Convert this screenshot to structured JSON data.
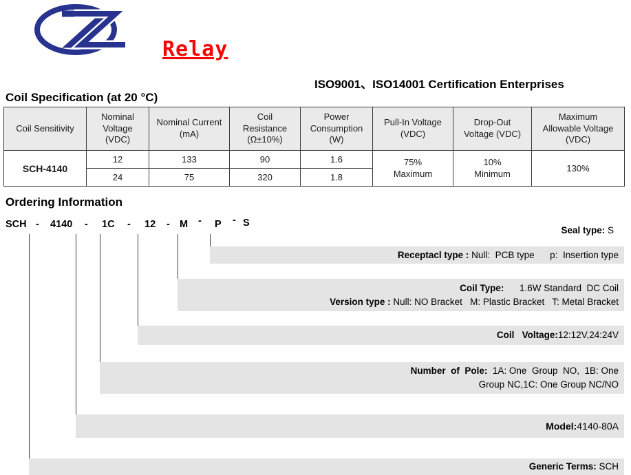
{
  "brand": {
    "product": "Relay",
    "logo_color": "#283390",
    "product_color": "#f40606"
  },
  "header": {
    "iso_line": "ISO9001、ISO14001 Certification Enterprises"
  },
  "coil_spec": {
    "title": "Coil Specification (at 20 °C)",
    "table": {
      "headers": [
        "Coil Sensitivity",
        "Nominal\nVoltage\n(VDC)",
        "Nominal Current\n(mA)",
        "Coil\nResistance\n(Ω±10%)",
        "Power\nConsumption\n(W)",
        "Pull-In Voltage\n(VDC)",
        "Drop-Out\nVoltage (VDC)",
        "Maximum\nAllowable Voltage\n(VDC)"
      ],
      "model": "SCH-4140",
      "rows": [
        {
          "voltage": "12",
          "current": "133",
          "resistance": "90",
          "power": "1.6"
        },
        {
          "voltage": "24",
          "current": "75",
          "resistance": "320",
          "power": "1.8"
        }
      ],
      "pull_in": "75%\nMaximum",
      "drop_out": "10%\nMinimum",
      "max_allowable": "130%"
    }
  },
  "ordering": {
    "title": "Ordering Information",
    "tokens": [
      "SCH",
      "-",
      "4140",
      "-",
      "1C",
      "-",
      "12",
      "-",
      "M",
      "-",
      "P",
      "-",
      "S"
    ],
    "seal": {
      "label": "Seal type:",
      "value": " S"
    },
    "receptacle": {
      "label": "Receptacl type :",
      "text": " Null:  PCB type      p:  Insertion type"
    },
    "version": {
      "line1_label": "Coil Type:",
      "line1_text": "      1.6W Standard  DC Coil",
      "line2_label": "Version type :",
      "line2_text": " Null: NO Bracket   M: Plastic Bracket   T: Metal Bracket"
    },
    "coil_voltage": {
      "label": "Coil   Voltage:",
      "text": "12:12V,24:24V"
    },
    "pole": {
      "line1_label": "Number  of  Pole:",
      "line1_text": "  1A: One  Group  NO,  1B: One",
      "line2_text": "Group NC,1C: One Group NC/NO"
    },
    "model": {
      "label": "Model:",
      "text": "4140-80A"
    },
    "generic": {
      "label": "Generic Terms:",
      "text": " SCH"
    }
  }
}
